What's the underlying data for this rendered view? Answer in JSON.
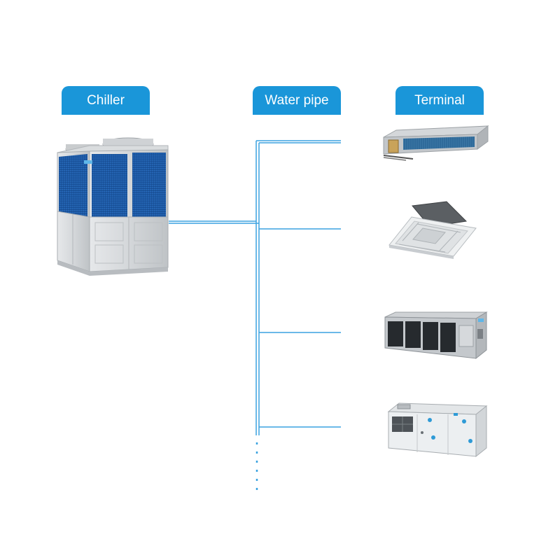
{
  "headers": {
    "chiller": "Chiller",
    "water_pipe": "Water pipe",
    "terminal": "Terminal"
  },
  "components": {
    "chiller": "chiller-unit",
    "terminals": [
      "ducted-fan-coil-unit",
      "ceiling-cassette-unit",
      "air-handling-unit",
      "modular-air-handling-unit"
    ]
  },
  "colors": {
    "header_bg": "#1a96d9",
    "header_text": "#ffffff",
    "pipe": "#3aa2e0",
    "panel_blue": "#1f5da8",
    "casing": "#d9dcde"
  }
}
